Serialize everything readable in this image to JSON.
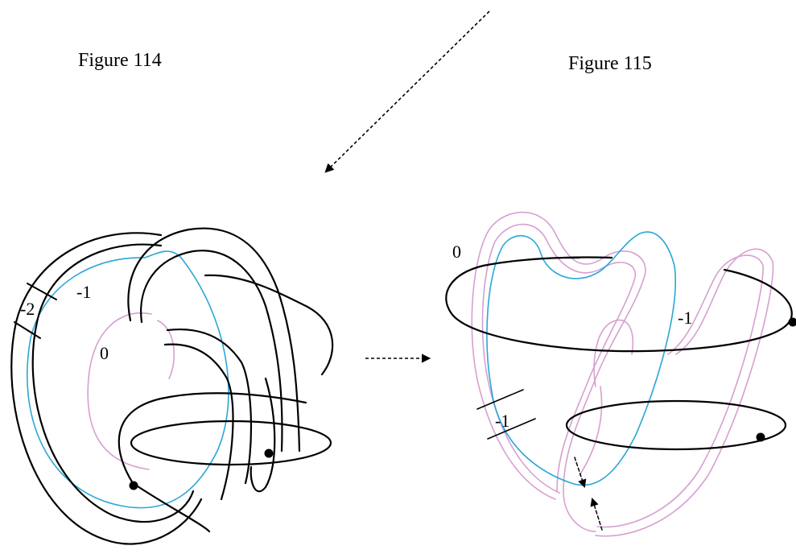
{
  "captions": {
    "figure_114": "Figure 114",
    "figure_115": "Figure 115"
  },
  "labels": {
    "fig114_band": "-2",
    "fig114_blue": "-1",
    "fig114_pink": "0",
    "fig115_pink": "0",
    "fig115_blue": "-1",
    "fig115_box": "-1"
  },
  "colors": {
    "black_strand": "#000000",
    "blue_strand": "#2aa7d6",
    "pink_strand": "#d79fd1",
    "dot": "#000000",
    "background": "#ffffff"
  }
}
